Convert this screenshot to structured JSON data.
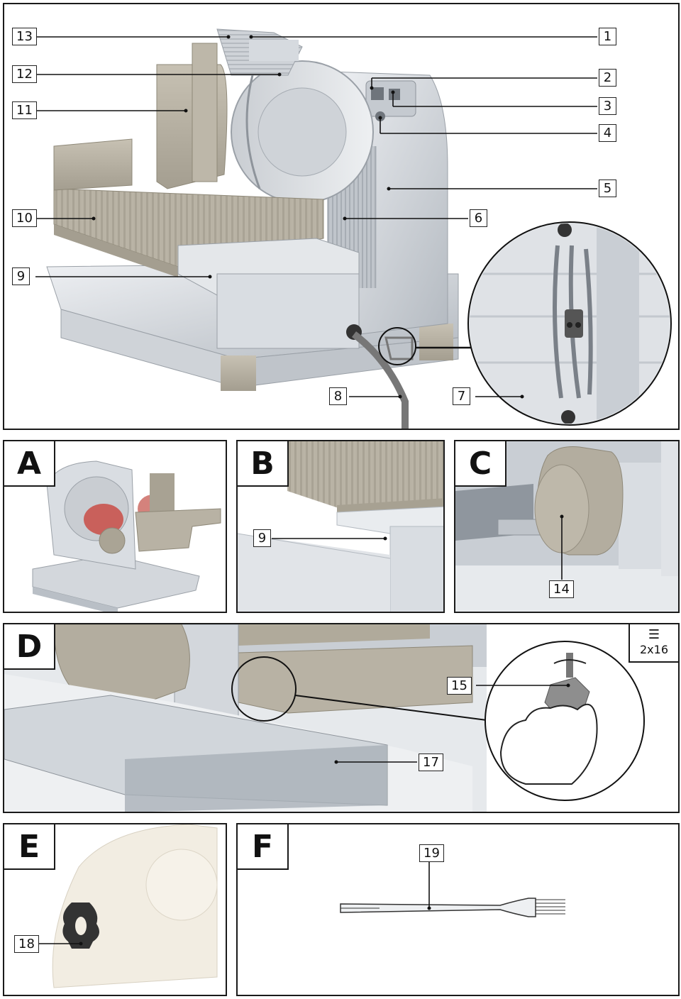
{
  "colors": {
    "border": "#1a1a1a",
    "metal_light": "#d9dde2",
    "metal_mid": "#b9bfc6",
    "metal_dark": "#8f969e",
    "beige": "#b8b2a4",
    "beige_dark": "#9a9486",
    "meat": "#c9605b",
    "cream": "#f2ede2"
  },
  "main": {
    "callouts": [
      "13",
      "12",
      "11",
      "10",
      "9",
      "1",
      "2",
      "3",
      "4",
      "5",
      "6",
      "7",
      "8"
    ]
  },
  "panels": {
    "A": {
      "letter": "A"
    },
    "B": {
      "letter": "B",
      "callouts": [
        "9"
      ]
    },
    "C": {
      "letter": "C",
      "callouts": [
        "14"
      ]
    },
    "D": {
      "letter": "D",
      "callouts": [
        "15",
        "17"
      ],
      "screw_label": "2x16",
      "screw_icon": "screw-icon"
    },
    "E": {
      "letter": "E",
      "callouts": [
        "18"
      ]
    },
    "F": {
      "letter": "F",
      "callouts": [
        "19"
      ]
    }
  }
}
